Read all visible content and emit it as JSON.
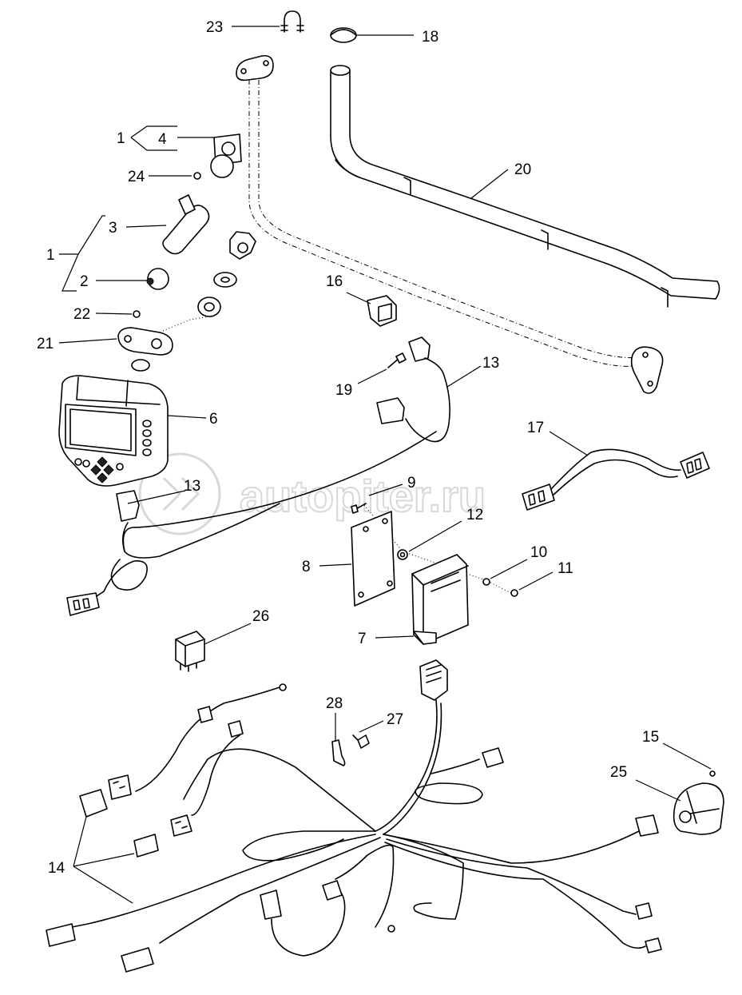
{
  "watermark": {
    "text": "autopiter.ru"
  },
  "callouts": {
    "c23": "23",
    "c18": "18",
    "c20": "20",
    "c1a": "1",
    "c4": "4",
    "c24": "24",
    "c3": "3",
    "c1b": "1",
    "c2": "2",
    "c22": "22",
    "c21": "21",
    "c16": "16",
    "c13a": "13",
    "c19": "19",
    "c6": "6",
    "c17": "17",
    "c9": "9",
    "c13b": "13",
    "c12": "12",
    "c10": "10",
    "c11": "11",
    "c8": "8",
    "c7": "7",
    "c26": "26",
    "c28": "28",
    "c27": "27",
    "c15": "15",
    "c25": "25",
    "c14": "14"
  }
}
